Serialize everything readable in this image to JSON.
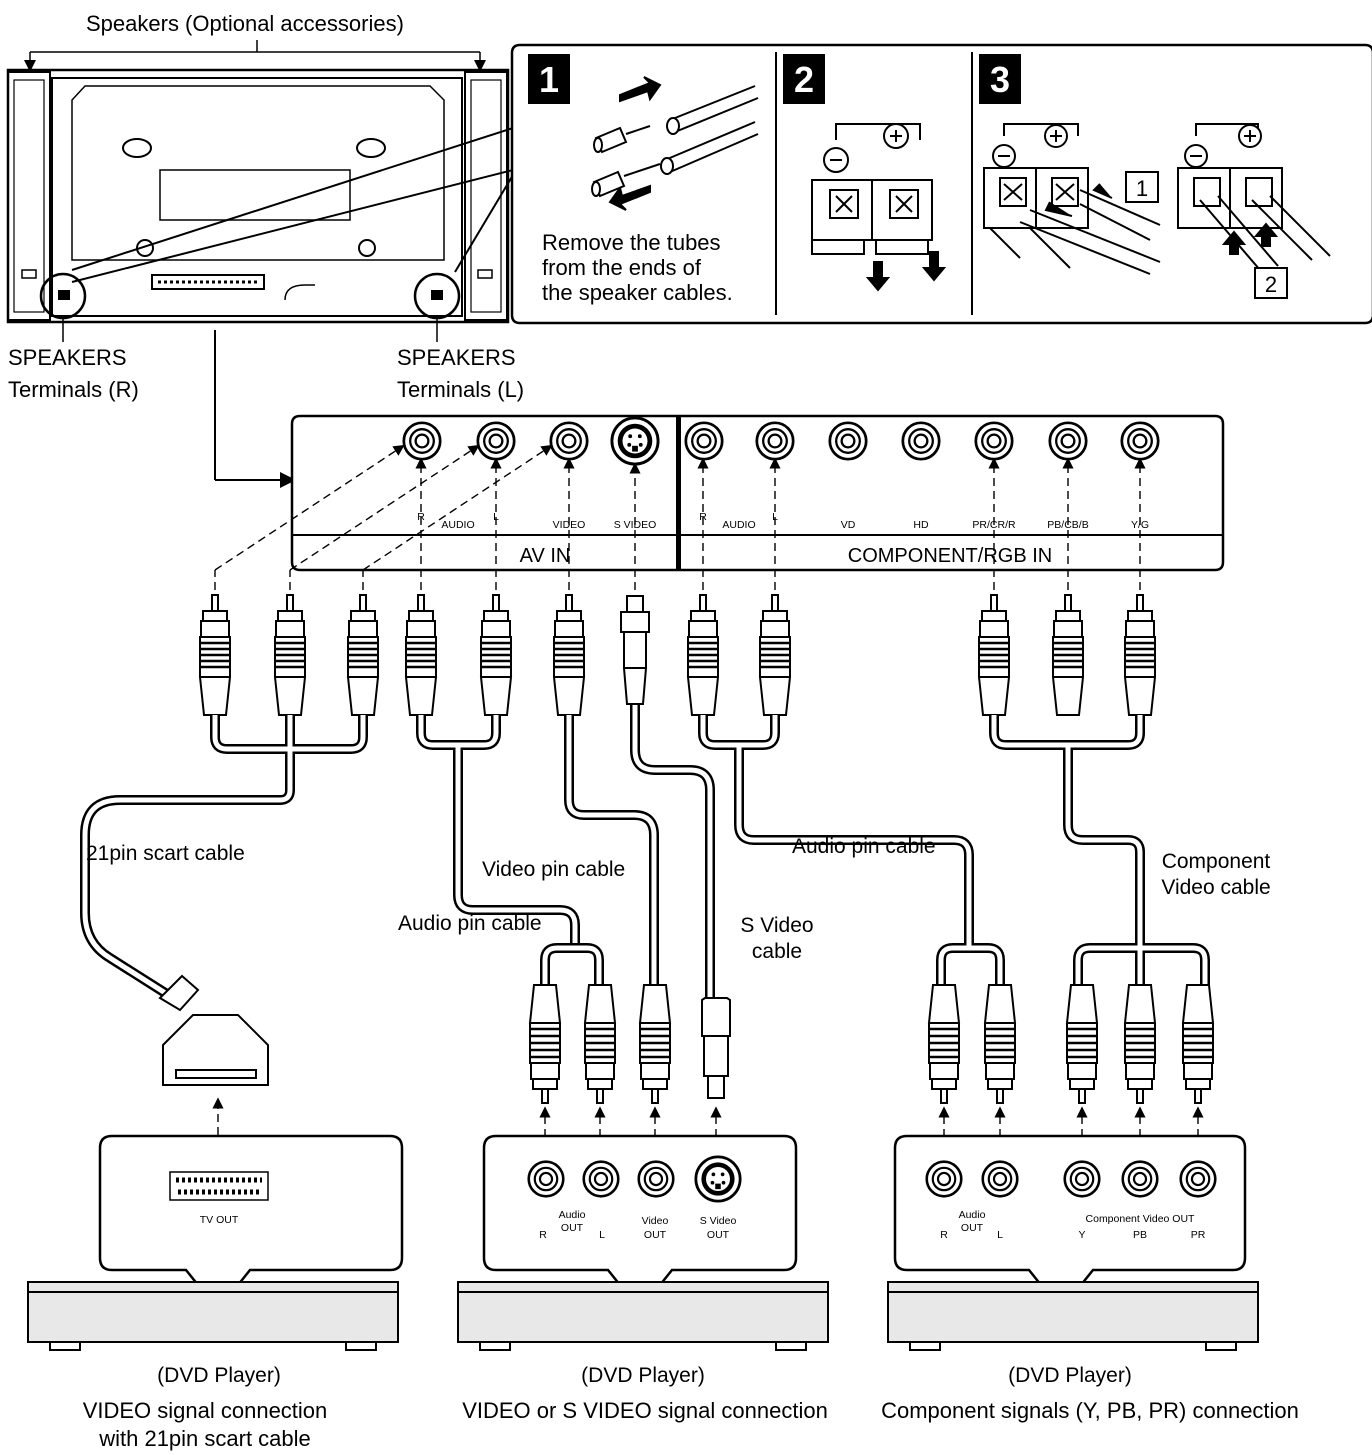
{
  "speakers_title": "Speakers (Optional accessories)",
  "speakers_terminal_r": [
    "SPEAKERS",
    "Terminals (R)"
  ],
  "speakers_terminal_l": [
    "SPEAKERS",
    "Terminals (L)"
  ],
  "steps": [
    {
      "number": "1",
      "caption": [
        "Remove the tubes",
        "from the ends of",
        "the speaker cables."
      ]
    },
    {
      "number": "2",
      "caption": []
    },
    {
      "number": "3",
      "sub_labels": [
        "1",
        "2"
      ]
    }
  ],
  "panel": {
    "av_in": {
      "title": "AV  IN",
      "jack_labels": [
        "R",
        "AUDIO",
        "L",
        "VIDEO",
        "S VIDEO"
      ]
    },
    "component_in": {
      "title": "COMPONENT/RGB IN",
      "jack_labels": [
        "R",
        "AUDIO",
        "L",
        "VD",
        "HD",
        "PR/CR/R",
        "PB/CB/B",
        "Y/G"
      ]
    }
  },
  "cables": {
    "scart": "21pin scart cable",
    "video_pin": "Video pin cable",
    "audio_pin_left": "Audio pin cable",
    "s_video": [
      "S Video",
      "cable"
    ],
    "audio_pin_right": "Audio pin cable",
    "component": [
      "Component",
      "Video cable"
    ]
  },
  "devices": [
    {
      "name": "(DVD Player)",
      "connection": [
        "VIDEO signal connection",
        "with 21pin scart cable"
      ],
      "ports": {
        "scart": "TV OUT"
      }
    },
    {
      "name": "(DVD Player)",
      "connection": [
        "VIDEO or S VIDEO signal connection"
      ],
      "ports": {
        "audio_r": "R",
        "audio_title": [
          "Audio",
          "OUT"
        ],
        "audio_l": "L",
        "video": [
          "Video",
          "OUT"
        ],
        "svideo": [
          "S Video",
          "OUT"
        ]
      }
    },
    {
      "name": "(DVD Player)",
      "connection": [
        "Component signals (Y, PB, PR) connection"
      ],
      "ports": {
        "audio_r": "R",
        "audio_title": [
          "Audio",
          "OUT"
        ],
        "audio_l": "L",
        "component_title": "Component Video OUT",
        "y": "Y",
        "pb": "PB",
        "pr": "PR"
      }
    }
  ]
}
